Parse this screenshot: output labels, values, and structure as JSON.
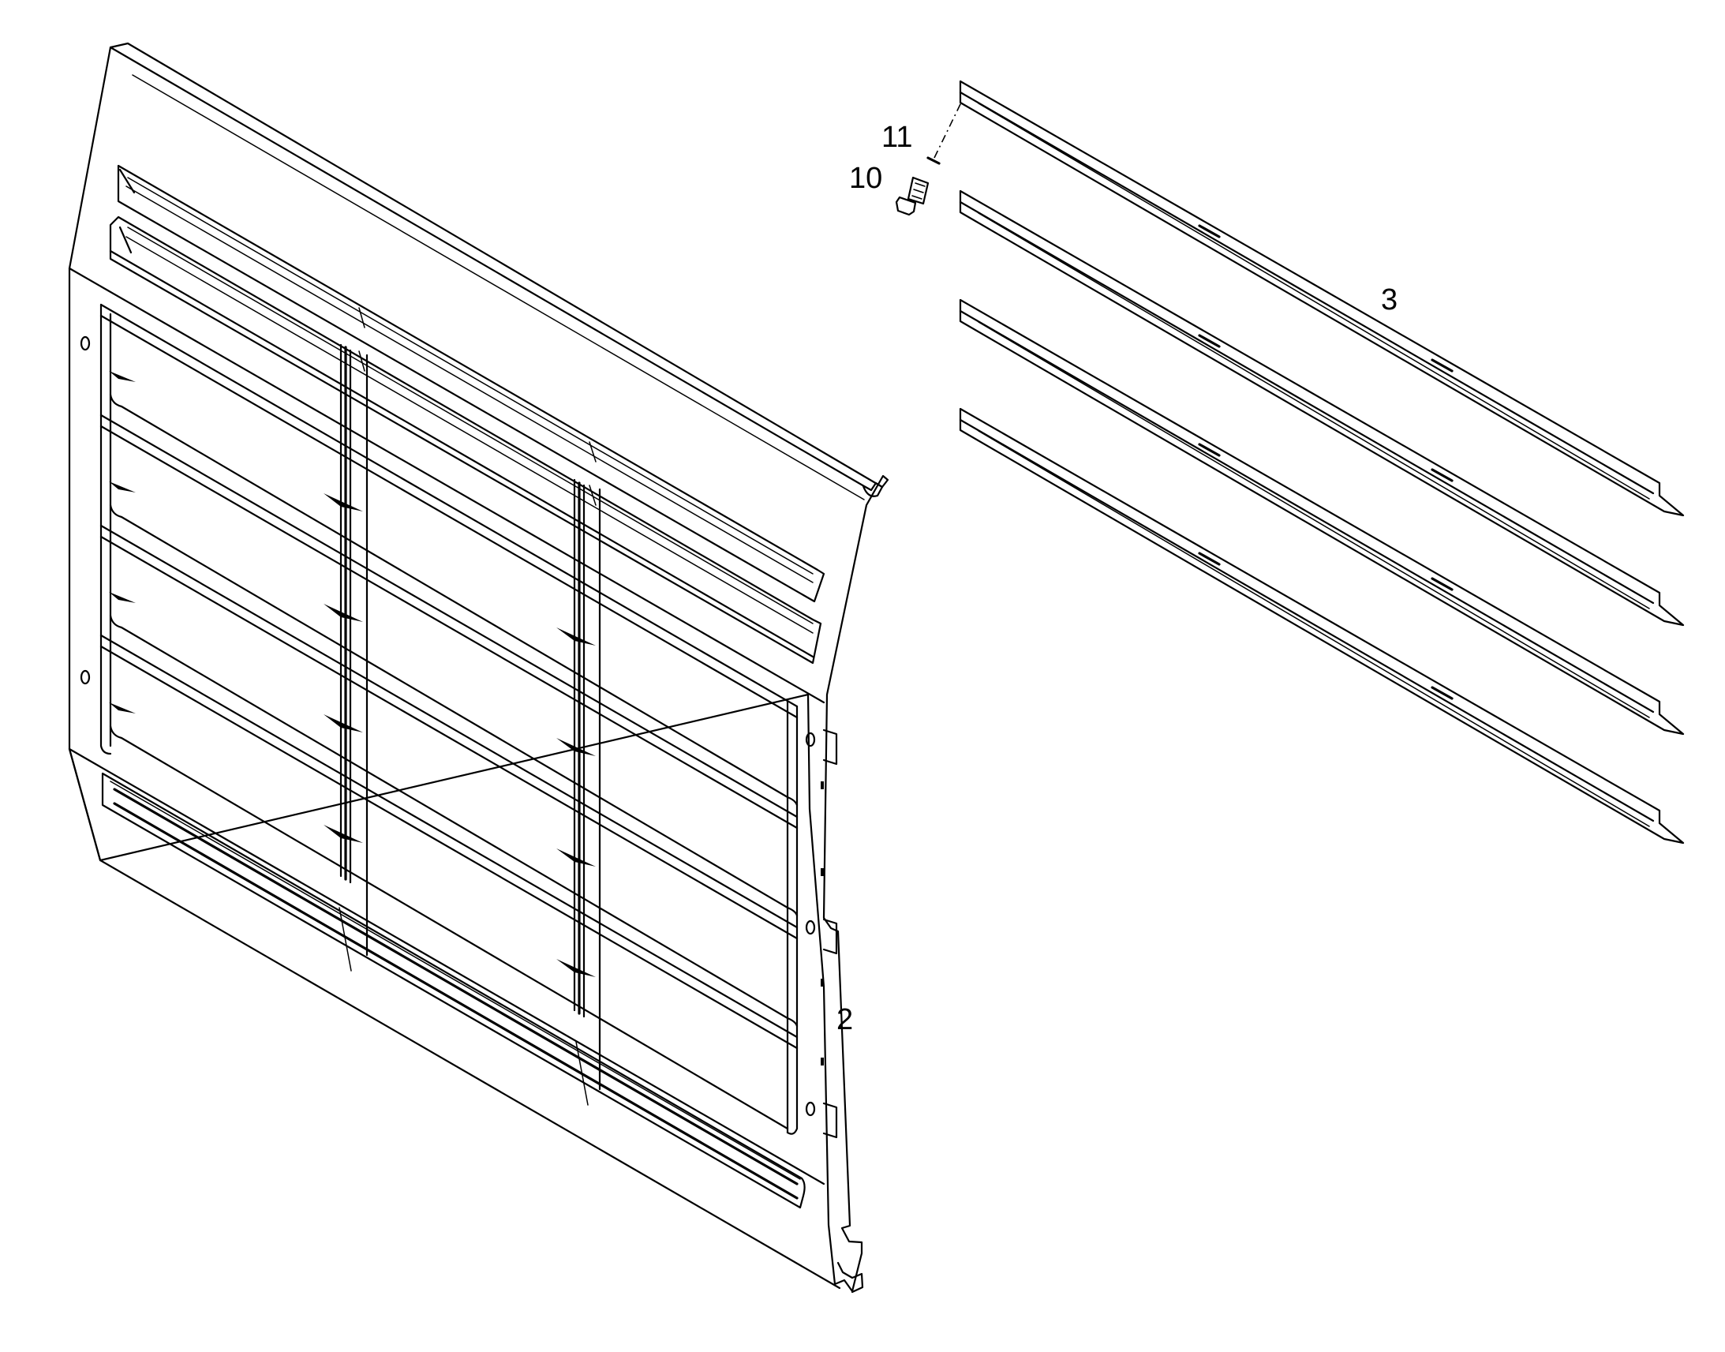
{
  "callouts": {
    "grille": "2",
    "slats": "3",
    "bolt": "10",
    "washer": "11"
  }
}
